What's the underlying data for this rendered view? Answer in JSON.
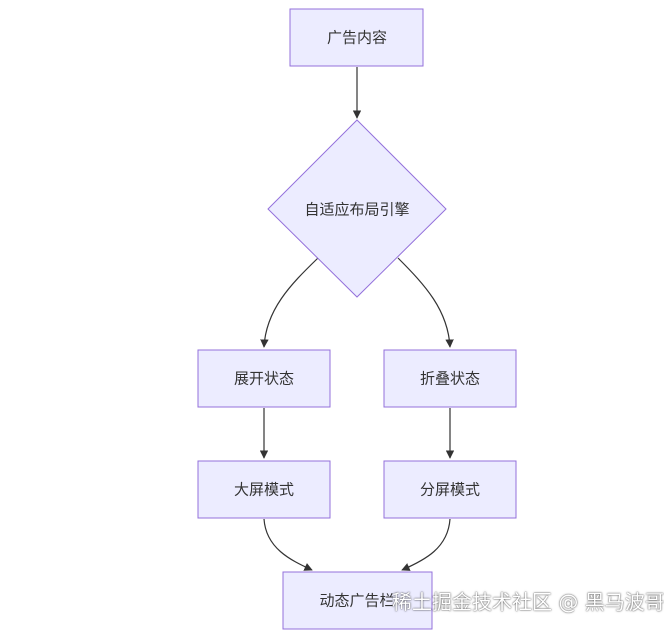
{
  "nodes": {
    "content": "广告内容",
    "engine": "自适应布局引擎",
    "unfolded": "展开状态",
    "folded": "折叠状态",
    "large_mode": "大屏模式",
    "split_mode": "分屏模式",
    "dynamic_ad": "动态广告栏"
  },
  "watermark": "稀土掘金技术社区 @ 黑马波哥",
  "colors": {
    "node_fill": "#ECECFF",
    "node_stroke": "#9370DB",
    "edge": "#333333"
  }
}
